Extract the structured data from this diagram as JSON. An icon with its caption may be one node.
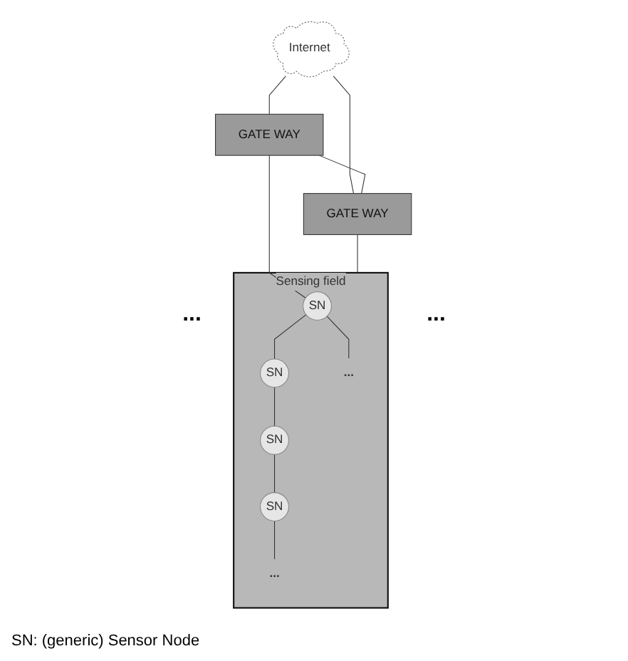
{
  "diagram": {
    "nodes": [
      {
        "text": [
          "Internet"
        ]
      },
      {
        "text": [
          "GATE WAY"
        ]
      },
      {
        "text": [
          "GATE WAY"
        ]
      },
      {
        "text": [
          "Sensing field"
        ]
      },
      {
        "text": [
          "SN"
        ],
        "in": 3
      },
      {
        "text": [
          "SN"
        ],
        "in": 3
      },
      {
        "text": [
          "SN"
        ],
        "in": 3
      },
      {
        "text": [
          "SN"
        ],
        "in": 3
      },
      {
        "text": [
          "..."
        ],
        "in": 3
      },
      {
        "text": [
          "..."
        ],
        "in": 3
      }
    ],
    "edges": [
      {
        "from": 0,
        "to": 1,
        "arrow": "none"
      },
      {
        "from": 0,
        "to": 2,
        "arrow": "none"
      },
      {
        "from": 1,
        "to": 2,
        "arrow": "none"
      },
      {
        "from": 1,
        "to": 4,
        "arrow": "none"
      },
      {
        "from": 2,
        "to": 3,
        "arrow": "none"
      },
      {
        "from": 4,
        "to": 8,
        "arrow": "none"
      },
      {
        "from": 4,
        "to": 5,
        "arrow": "none"
      },
      {
        "from": 5,
        "to": 6,
        "arrow": "none"
      },
      {
        "from": 6,
        "to": 7,
        "arrow": "none"
      },
      {
        "from": 7,
        "to": 9,
        "arrow": "none"
      }
    ],
    "labels": [
      "...",
      "...",
      "SN: (generic) Sensor Node"
    ]
  }
}
